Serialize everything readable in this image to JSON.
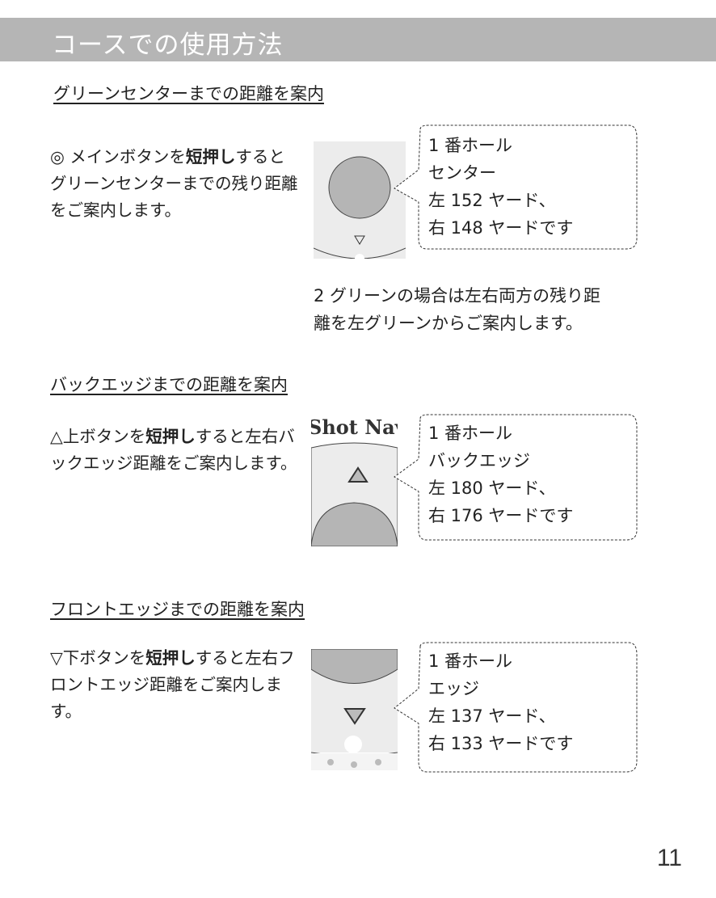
{
  "header": {
    "title": "コースでの使用方法"
  },
  "sections": [
    {
      "heading": "グリーンセンターまでの距離を案内",
      "para": {
        "pre": "◎ メインボタンを",
        "bold": "短押し",
        "post": "するとグリーンセンターまでの残り距離をご案内します。"
      },
      "bubble": [
        "1 番ホール",
        "センター",
        "左 152 ヤード、",
        "右 148 ヤードです"
      ],
      "note": [
        "2 グリーンの場合は左右両方の残り距",
        "離を左グリーンからご案内します。"
      ]
    },
    {
      "heading": "バックエッジまでの距離を案内",
      "para": {
        "pre": "△上ボタンを",
        "bold": "短押し",
        "post": "すると左右バックエッジ距離をご案内します。"
      },
      "device_logo": "Shot Navi",
      "bubble": [
        "1 番ホール",
        "バックエッジ",
        "左 180 ヤード、",
        "右 176 ヤードです"
      ]
    },
    {
      "heading": "フロントエッジまでの距離を案内",
      "para": {
        "pre": "▽下ボタンを",
        "bold": "短押し",
        "post": "すると左右フロントエッジ距離をご案内します。"
      },
      "bubble": [
        "1 番ホール",
        "エッジ",
        "左 137 ヤード、",
        "右 133 ヤードです"
      ]
    }
  ],
  "page_number": "11"
}
